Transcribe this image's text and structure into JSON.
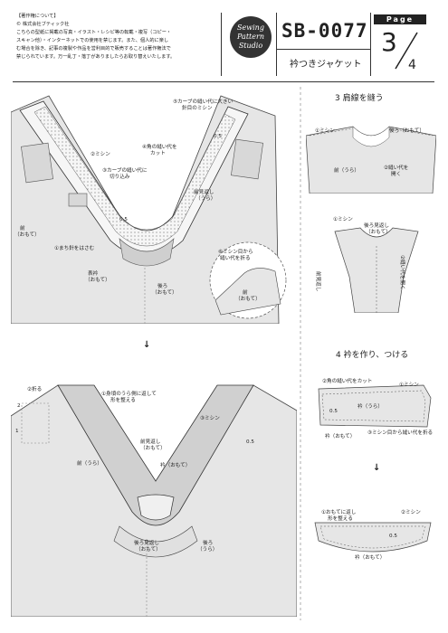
{
  "header": {
    "copyright_title": "【著作権について】",
    "copyright_lines": [
      "© 株式会社ブティック社",
      "こちらの型紙に掲載の写真・イラスト・レシピ等の転載・複写（コピー・",
      "スキャン他）・インターネットでの使用を禁じます。また、個人的に楽し",
      "む場合を除き、記事の複製や作品を営利目的で販売することは著作権法で",
      "禁じられています。万一乱丁・落丁がありましたらお取り替えいたします。"
    ],
    "logo_lines": [
      "Sewing",
      "Pattern",
      "Studio"
    ],
    "code": "SB-0077",
    "product_name": "衿つきジャケット",
    "page_label": "Page",
    "page_number": "3",
    "page_total": "4"
  },
  "left_top": {
    "labels": {
      "curve_seam": "⑤カーブの縫い代に大きい",
      "curve_seam2": "針目のミシン",
      "v05a": "0.5",
      "corner_cut": "④角の縫い代を",
      "corner_cut2": "カット",
      "sewing2": "②ミシン",
      "curve_notch": "③カーブの縫い代に",
      "curve_notch2": "切り込み",
      "front_facing": "前見返し",
      "front_facing2": "（うら）",
      "v05b": "0.5",
      "front_out": "前",
      "front_out2": "（おもて）",
      "pin": "①まち針をはさむ",
      "body_front": "表衿",
      "body_front2": "（おもて）",
      "back": "後ろ",
      "back2": "（おもて）",
      "fold_seam": "⑥ミシン目から",
      "fold_seam2": "縫い代を折る",
      "zoom_front": "前",
      "zoom_front2": "（おもて）"
    }
  },
  "down_arrow": "↓",
  "left_bottom": {
    "labels": {
      "fold": "②折る",
      "n2": "2",
      "n1": "1",
      "turn": "①身頃のうら側に返して",
      "turn2": "形を整える",
      "front_facing": "前見返し",
      "front_facing2": "（おもて）",
      "sewing3": "③ミシン",
      "v05": "0.5",
      "front_in": "前（うら）",
      "collar": "衿（おもて）",
      "back_facing": "後ろ見返し",
      "back_facing2": "（おもて）",
      "back": "後ろ",
      "back2": "（うら）"
    }
  },
  "right_sec3": {
    "title": "3 肩線を縫う",
    "labels": {
      "sewing1": "①ミシン",
      "back_out": "後ろ（おもて）",
      "front_in": "前（うら）",
      "open": "②縫い代を",
      "open2": "開く",
      "sewing1b": "①ミシン",
      "back_facing": "後ろ見返し",
      "back_facing2": "（おもて）",
      "front_facing": "前見返し",
      "front_facing2": "（うら）",
      "open_b": "②縫い代を開く"
    }
  },
  "right_sec4": {
    "title": "4 衿を作り、つける",
    "labels": {
      "corner": "②角の縫い代をカット",
      "sewing1": "①ミシン",
      "v05": "0.5",
      "collar_in": "衿（うら）",
      "collar_out": "衿（おもて）",
      "fold_seam": "③ミシン目から縫い代を折る",
      "turn": "①おもてに返し",
      "turn2": "形を整える",
      "sewing2": "②ミシン",
      "v05b": "0.5",
      "collar_out2": "衿（おもて）"
    }
  }
}
